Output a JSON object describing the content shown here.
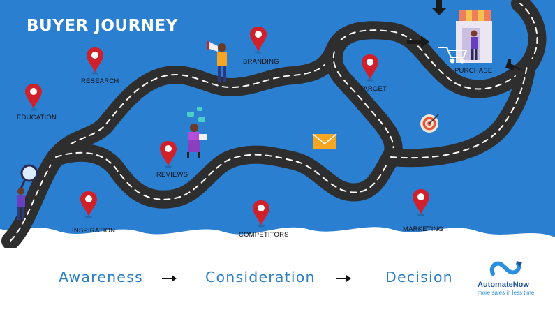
{
  "title": "BUYER JOURNEY",
  "colors": {
    "background": "#2b7fd1",
    "road": "#2e2e2e",
    "pin": "#d0202a",
    "stage_text": "#2b7fc8"
  },
  "pins": [
    {
      "id": "education",
      "label": "EDUCATION"
    },
    {
      "id": "research",
      "label": "RESEARCH"
    },
    {
      "id": "branding",
      "label": "BRANDING"
    },
    {
      "id": "target",
      "label": "TARGET"
    },
    {
      "id": "purchase",
      "label": "PURCHASE"
    },
    {
      "id": "reviews",
      "label": "REVIEWS"
    },
    {
      "id": "inspiration",
      "label": "INSPIRATION"
    },
    {
      "id": "competitors",
      "label": "COMPETITORS"
    },
    {
      "id": "marketing",
      "label": "MARKETING"
    }
  ],
  "stages": [
    "Awareness",
    "Consideration",
    "Decision"
  ],
  "brand": {
    "name": "AutomateNow",
    "tagline": "more sales in less time"
  }
}
